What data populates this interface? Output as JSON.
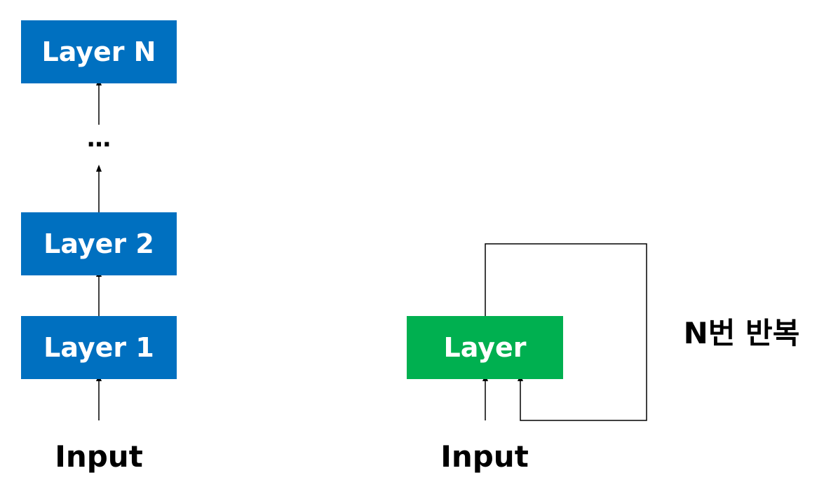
{
  "colors": {
    "stacked_layer": "#0070C0",
    "recurrent_layer": "#00B050",
    "line": "#000000"
  },
  "left": {
    "layers": [
      "Layer 1",
      "Layer 2",
      "Layer N"
    ],
    "ellipsis": "…",
    "input_label": "Input"
  },
  "right": {
    "layer_label": "Layer",
    "input_label": "Input",
    "repeat_label": "N번 반복"
  }
}
